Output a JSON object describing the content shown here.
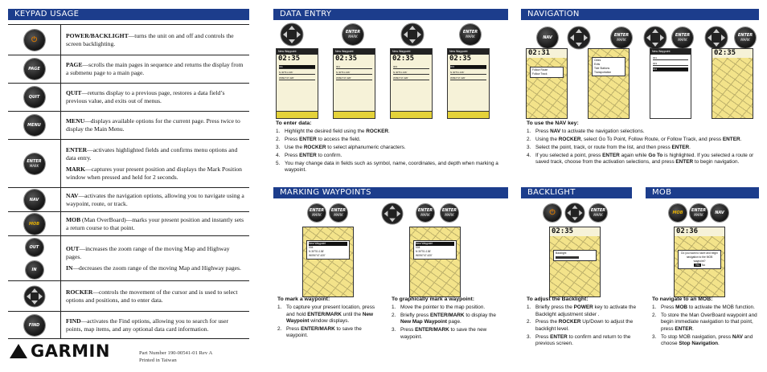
{
  "headers": {
    "keypad": "KEYPAD USAGE",
    "data_entry": "DATA ENTRY",
    "navigation": "NAVIGATION",
    "marking": "MARKING WAYPOINTS",
    "backlight": "BACKLIGHT",
    "mob": "MOB"
  },
  "keys": {
    "page": "PAGE",
    "quit": "QUIT",
    "menu": "MENU",
    "enter": "ENTER",
    "mark": "MARK",
    "nav": "NAV",
    "mob": "MOB",
    "out": "OUT",
    "in": "IN",
    "find": "FIND",
    "power_glyph": "⏻"
  },
  "keypad_rows": [
    {
      "term": "POWER/BACKLIGHT",
      "text": "—turns the unit on and off and controls the screen backlighting."
    },
    {
      "term": "PAGE",
      "text": "—scrolls the main pages in sequence and returns the display from a submenu page to a main page."
    },
    {
      "term": "QUIT",
      "text": "—returns display to a previous page, restores a data field’s previous value, and exits out of menus."
    },
    {
      "term": "MENU",
      "text": "—displays available options for the current page. Press twice to display the Main Menu."
    },
    {
      "term": "ENTER",
      "text": "—activates highlighted fields and confirms menu options and data entry.",
      "term2": "MARK",
      "text2": "—captures your present position and displays the Mark Position window when pressed and held for 2 seconds."
    },
    {
      "term": "NAV",
      "text": "—activates the navigation options, allowing you to navigate using a waypoint, route, or track."
    },
    {
      "term": "MOB",
      "text": " (Man OverBoard)—marks your present position and instantly sets a return course to that point."
    },
    {
      "term": "OUT",
      "text": "—increases the zoom range of the moving Map and Highway pages.",
      "term2": "IN",
      "text2": "—decreases the zoom range of the moving Map and Highway pages."
    },
    {
      "term": "ROCKER",
      "text": "—controls the movement of the cursor and is used to select options and positions, and to enter data."
    },
    {
      "term": "FIND",
      "text": "—activates the Find options, allowing you to search for user points, map items, and any optional data card information."
    }
  ],
  "data_entry": {
    "title": "To enter data:",
    "steps": [
      [
        "1.",
        "Highlight the desired field using the ",
        "ROCKER",
        "."
      ],
      [
        "2.",
        "Press ",
        "ENTER",
        " to access the field."
      ],
      [
        "3.",
        "Use the ",
        "ROCKER",
        " to select alphanumeric characters."
      ],
      [
        "4.",
        "Press ",
        "ENTER",
        " to confirm."
      ],
      [
        "5.",
        "You may change data in fields such as symbol, name, coordinates, and depth when marking a waypoint.",
        "",
        ""
      ]
    ]
  },
  "navigation": {
    "title": "To use the NAV key:",
    "steps": [
      [
        "1.",
        "Press ",
        "NAV",
        " to activate the navigation selections."
      ],
      [
        "2.",
        "Using the ",
        "ROCKER",
        ", select Go To Point, Follow Route, or Follow Track, and press ",
        "ENTER",
        "."
      ],
      [
        "3.",
        "Select the point, track, or route from the list, and then press ",
        "ENTER",
        "."
      ],
      [
        "4.",
        "If you selected a point, press ",
        "ENTER",
        " again while ",
        "Go To",
        " is highlighted. If you selected a route or saved track, choose from the activation selections, and press ",
        "ENTER",
        " to begin navigation."
      ]
    ]
  },
  "mark_waypoint": {
    "title": "To mark a waypoint:",
    "steps": [
      [
        "1.",
        "To capture your present location, press and hold ",
        "ENTER/MARK",
        " until the ",
        "New Waypoint",
        " window displays."
      ],
      [
        "2.",
        "Press ",
        "ENTER/MARK",
        " to save the waypoint."
      ]
    ]
  },
  "graphic_mark": {
    "title": "To graphically mark a waypoint:",
    "steps": [
      [
        "1.",
        "Move the pointer to the map position."
      ],
      [
        "2.",
        "Briefly press ",
        "ENTER/MARK",
        " to display the ",
        "New Map Waypoint",
        " page."
      ],
      [
        "3.",
        "Press ",
        "ENTER/MARK",
        " to save the new waypoint."
      ]
    ]
  },
  "backlight": {
    "title": "To adjust the Backlight:",
    "steps": [
      [
        "1.",
        "Briefly press the ",
        "POWER",
        " key to activate the Backlight adjustment slider ."
      ],
      [
        "2.",
        "Press the ",
        "ROCKER",
        " Up/Down to adjust the backlight level."
      ],
      [
        "3.",
        "Press ",
        "ENTER",
        " to confirm and return to the previous screen."
      ]
    ]
  },
  "mob": {
    "title": "To navigate to an MOB:",
    "steps": [
      [
        "1.",
        "Press ",
        "MOB",
        " to activate the MOB function."
      ],
      [
        "2.",
        "To store the Man OverBoard waypoint and begin immediate navigation to that point, press ",
        "ENTER",
        "."
      ],
      [
        "3.",
        "To stop MOB navigation, press ",
        "NAV",
        " and choose ",
        "Stop Navigation",
        "."
      ]
    ]
  },
  "screens": {
    "wp_title": "New Waypoint",
    "time": "02:35",
    "nav_time": "02:31",
    "mob_time": "02:36",
    "coord1": "N 30°51.136'",
    "coord2": "W094°47.420'",
    "field1": "011",
    "field2": "001",
    "field3": "003",
    "field4": "004",
    "menu_items": [
      "Cities",
      "Exits",
      "Tide Stations",
      "Transportation",
      "Follow Route",
      "Follow Track"
    ],
    "nav_key": "NAV",
    "mob_prompt": "Do you want to store and begin navigation to the MOB waypoint?",
    "yes": "Yes",
    "no": "No",
    "backlight_label": "Backlight"
  },
  "footer": {
    "brand": "GARMIN",
    "part": "Part Number 190-00541-01 Rev A",
    "printed": "Printed in Taiwan"
  }
}
